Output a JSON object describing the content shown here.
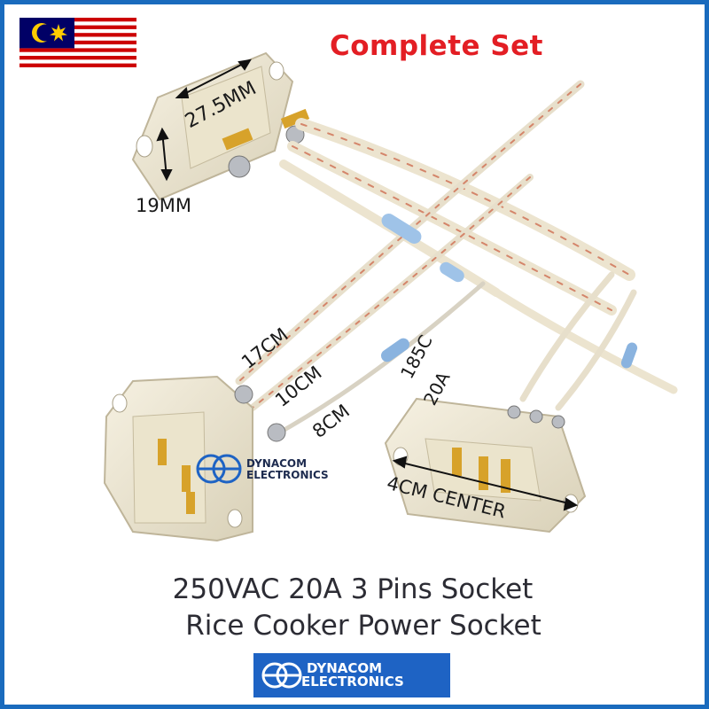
{
  "headline": "Complete Set",
  "caption": {
    "line1": "250VAC 20A 3 Pins Socket",
    "line2": "Rice Cooker Power Socket"
  },
  "dimensions": {
    "width": "27.5MM",
    "height": "19MM",
    "wire1": "17CM",
    "wire2": "10CM",
    "wire3": "8CM",
    "fuse_temp": "185C",
    "fuse_amp": "20A",
    "center": "4CM CENTER"
  },
  "brand": {
    "line1": "DYNACOM",
    "line2": "ELECTRONICS"
  },
  "watermark": {
    "line1": "DYNACOM",
    "line2": "ELECTRONICS"
  },
  "colors": {
    "frame": "#1a6bbd",
    "headline": "#e31e24",
    "brandbar": "#1e63c4"
  },
  "icons": [
    "malaysia-flag",
    "brand-logo-icon"
  ]
}
